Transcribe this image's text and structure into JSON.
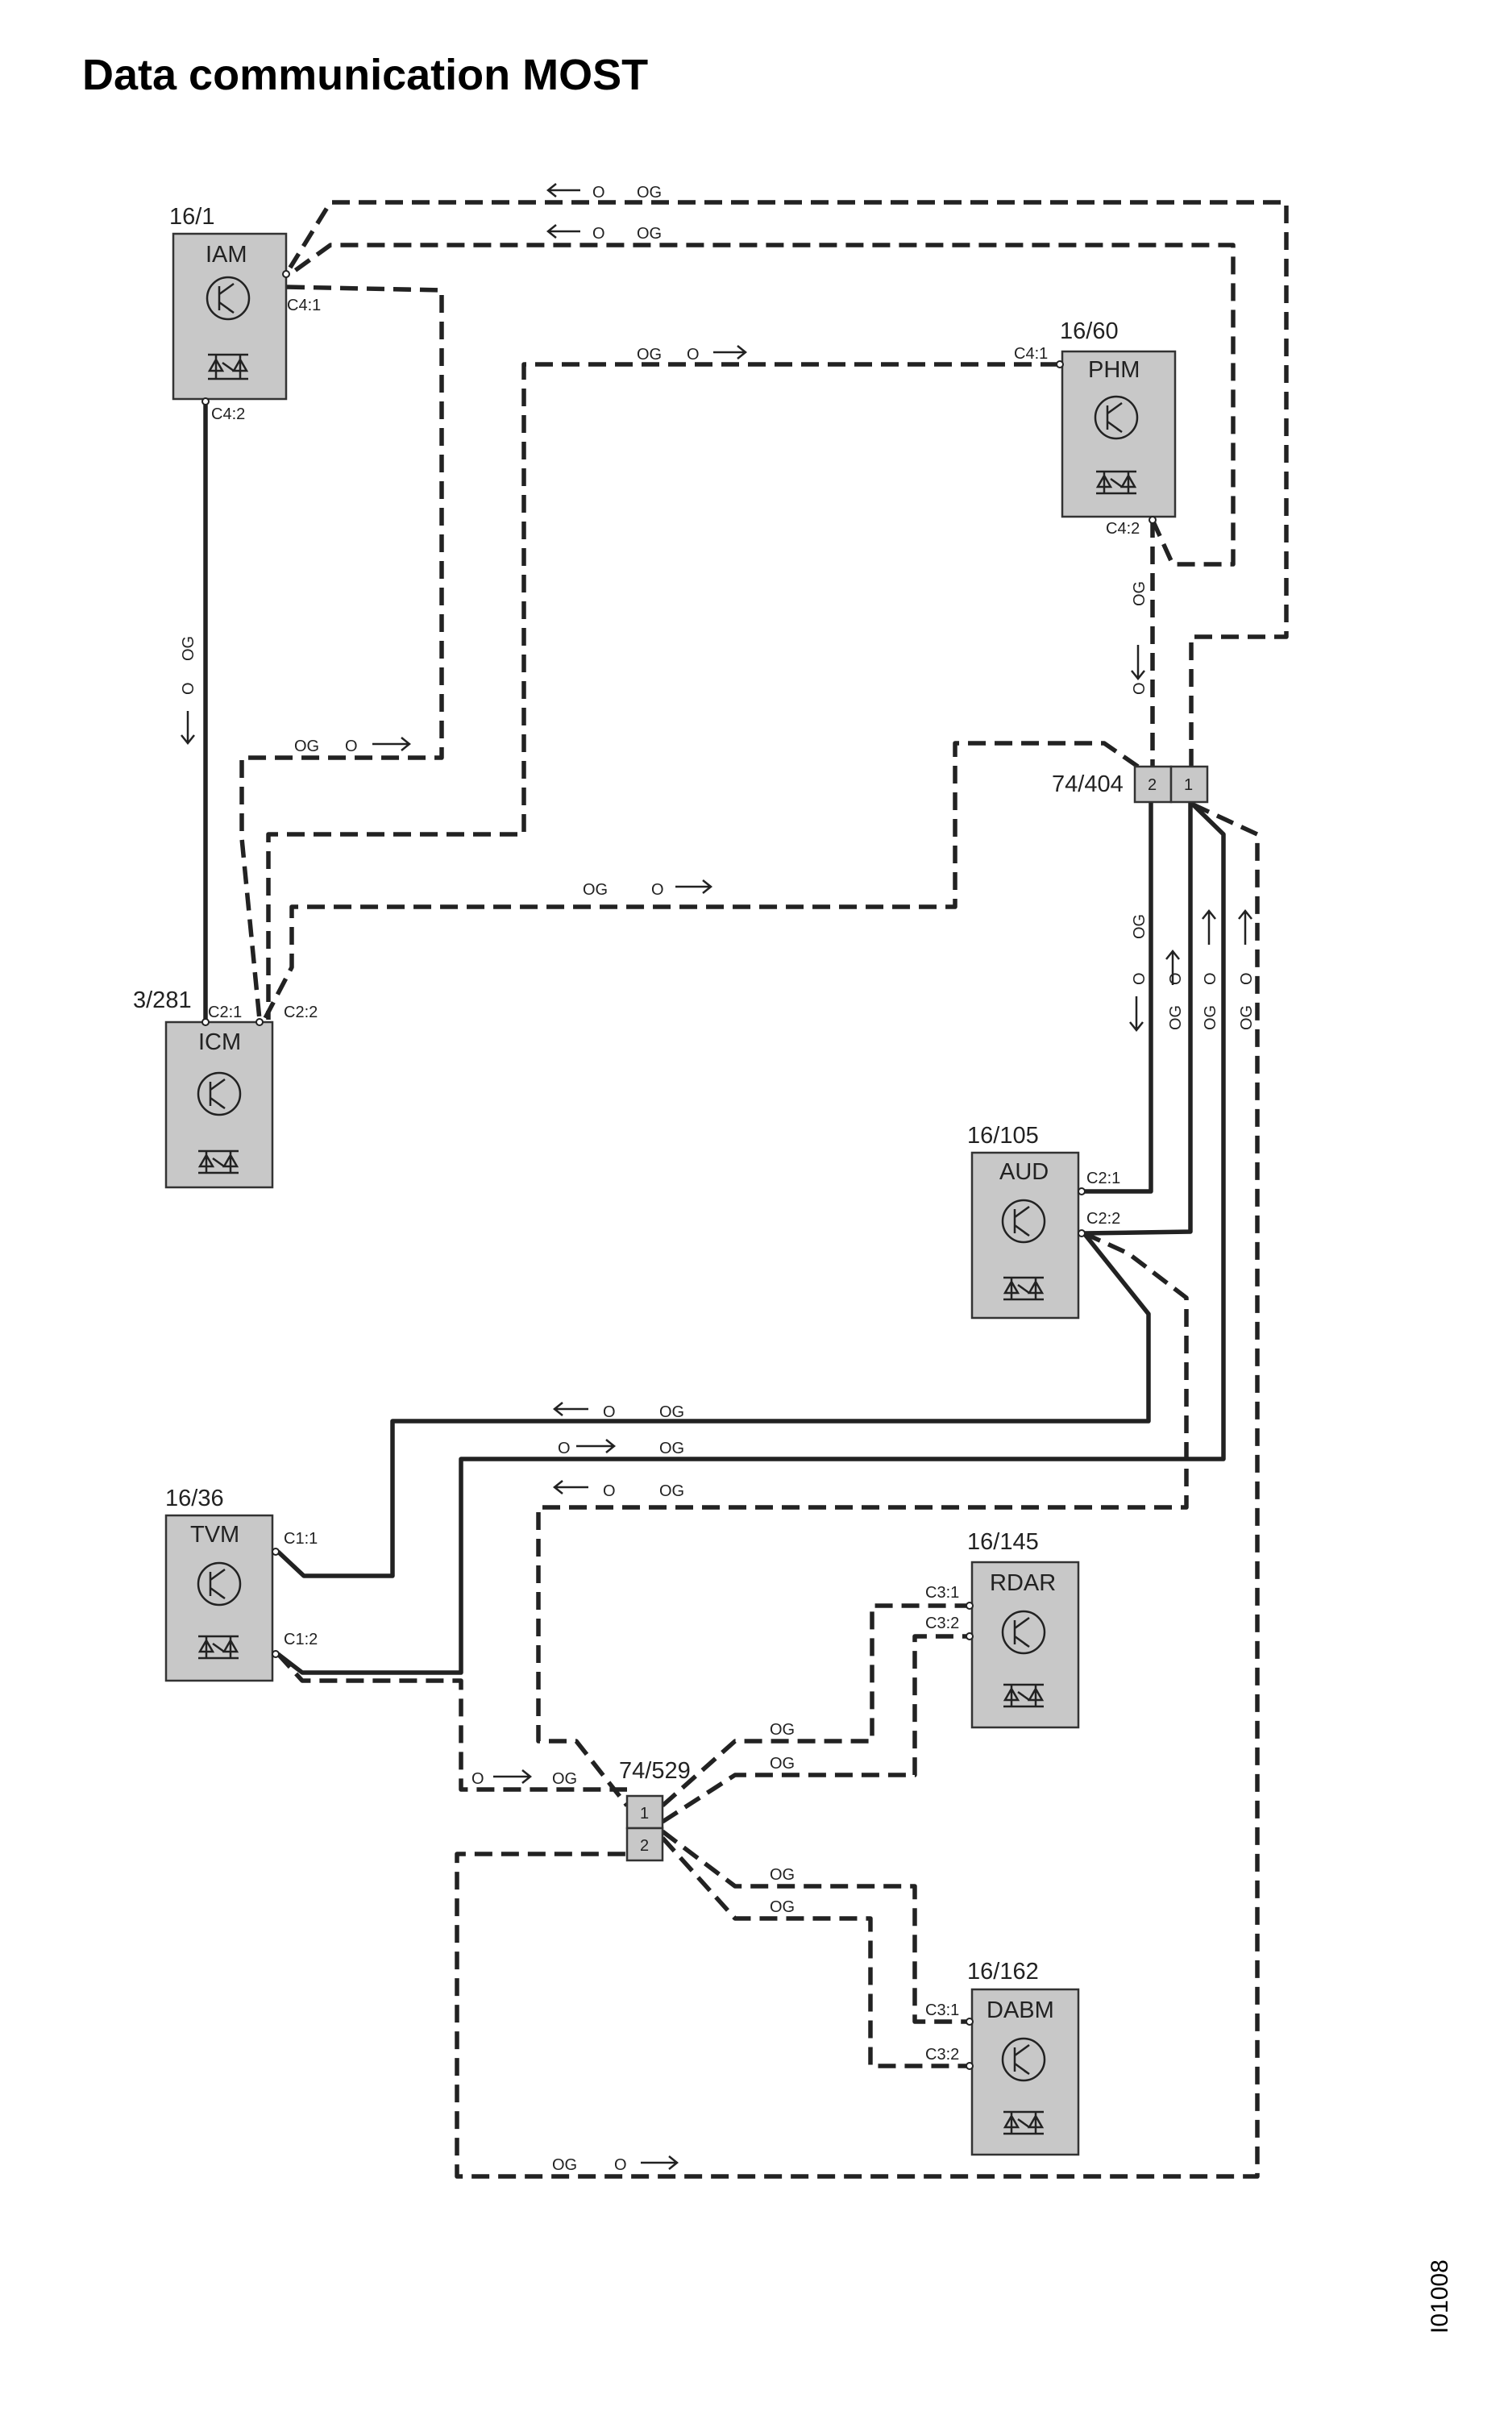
{
  "title": "Data communication MOST",
  "figure_id": "I01008",
  "modules": {
    "iam": {
      "number": "16/1",
      "name": "IAM",
      "pins": [
        "C4:1",
        "C4:2"
      ]
    },
    "phm": {
      "number": "16/60",
      "name": "PHM",
      "pins": [
        "C4:1",
        "C4:2"
      ]
    },
    "icm": {
      "number": "3/281",
      "name": "ICM",
      "pins": [
        "C2:1",
        "C2:2"
      ]
    },
    "aud": {
      "number": "16/105",
      "name": "AUD",
      "pins": [
        "C2:1",
        "C2:2"
      ]
    },
    "tvm": {
      "number": "16/36",
      "name": "TVM",
      "pins": [
        "C1:1",
        "C1:2"
      ]
    },
    "rdar": {
      "number": "16/145",
      "name": "RDAR",
      "pins": [
        "C3:1",
        "C3:2"
      ]
    },
    "dabm": {
      "number": "16/162",
      "name": "DABM",
      "pins": [
        "C3:1",
        "C3:2"
      ]
    }
  },
  "connectors": {
    "c404": {
      "number": "74/404",
      "pins": [
        "2",
        "1"
      ]
    },
    "c529": {
      "number": "74/529",
      "pins": [
        "1",
        "2"
      ]
    }
  },
  "wire_color": "OG",
  "direction_label": "O",
  "colors": {
    "module_fill": "#c8c8c8",
    "line": "#222222"
  }
}
